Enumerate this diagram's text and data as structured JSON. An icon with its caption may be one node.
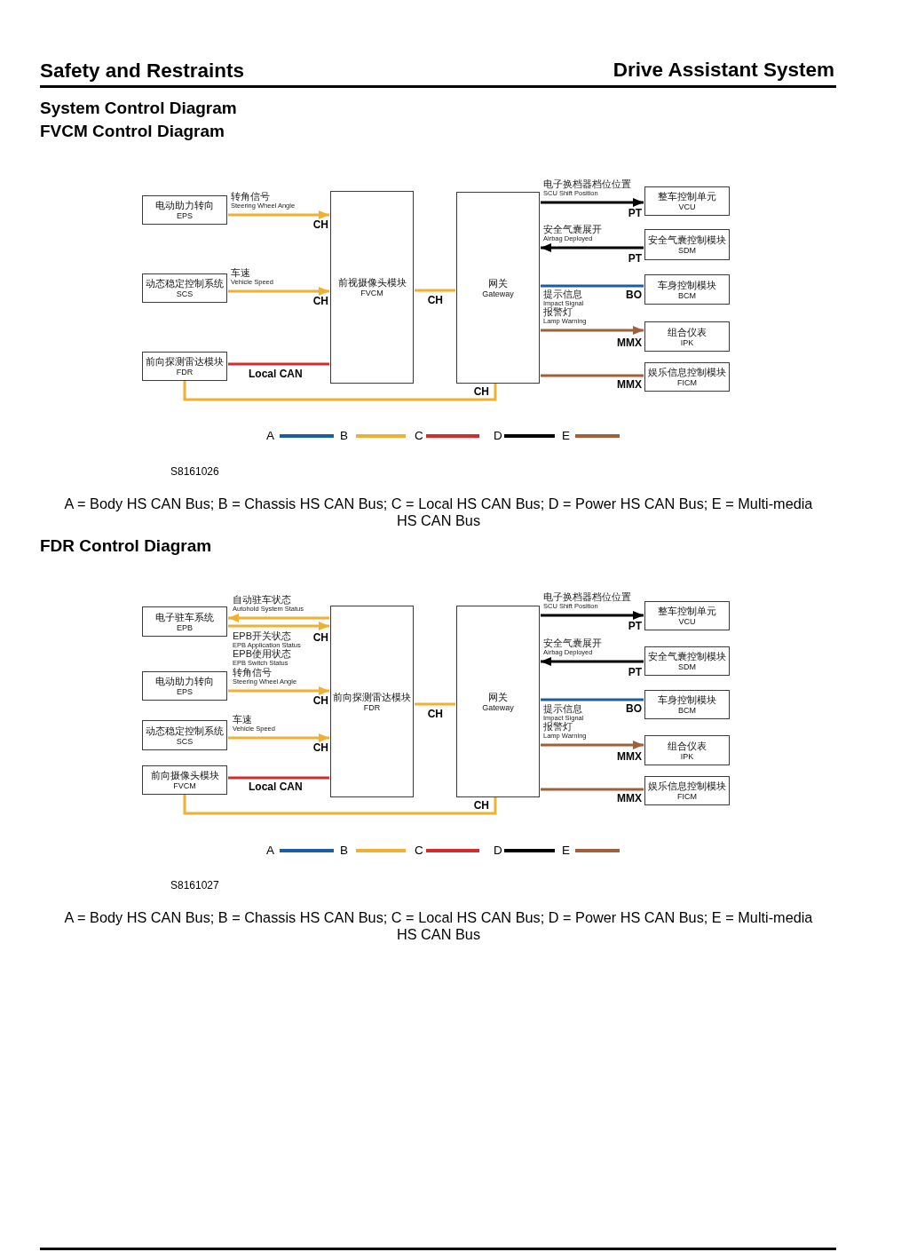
{
  "diagram": {
    "title": "System Control Diagram",
    "nodes": [
      {
        "text": [
          "电动助力转向",
          "EPS"
        ]
      },
      {
        "text": [
          "动态稳定控制系统",
          "SCS"
        ]
      },
      {
        "text": [
          "前向探测雷达模块",
          "FDR"
        ]
      },
      {
        "text": [
          "前视摄像头模块",
          "FVCM"
        ]
      },
      {
        "text": [
          "网关",
          "Gateway"
        ]
      },
      {
        "text": [
          "整车控制单元",
          "VCU"
        ]
      },
      {
        "text": [
          "安全气囊控制模块",
          "SDM"
        ]
      },
      {
        "text": [
          "车身控制模块",
          "BCM"
        ]
      },
      {
        "text": [
          "组合仪表",
          "IPK"
        ]
      },
      {
        "text": [
          "娱乐信息控制模块",
          "FICM"
        ]
      },
      {
        "text": [
          "电子驻车系统",
          "EPB"
        ]
      },
      {
        "text": [
          "电动助力转向",
          "EPS"
        ]
      },
      {
        "text": [
          "动态稳定控制系统",
          "SCS"
        ]
      },
      {
        "text": [
          "前向摄像头模块",
          "FVCM"
        ]
      },
      {
        "text": [
          "前向探测雷达模块",
          "FDR"
        ]
      },
      {
        "text": [
          "网关",
          "Gateway"
        ]
      },
      {
        "text": [
          "整车控制单元",
          "VCU"
        ]
      },
      {
        "text": [
          "安全气囊控制模块",
          "SDM"
        ]
      },
      {
        "text": [
          "车身控制模块",
          "BCM"
        ]
      },
      {
        "text": [
          "组合仪表",
          "IPK"
        ]
      },
      {
        "text": [
          "娱乐信息控制模块",
          "FICM"
        ]
      }
    ],
    "edges": [
      {
        "from": 0,
        "to": 3,
        "arrow": "to",
        "label": "转角信号 Steering Wheel Angle"
      },
      {
        "from": 1,
        "to": 3,
        "arrow": "to",
        "label": "车速 Vehicle Speed"
      },
      {
        "from": 2,
        "to": 3,
        "arrow": "none",
        "color": "#d42b2b"
      },
      {
        "from": 3,
        "to": 4,
        "arrow": "none"
      },
      {
        "from": 2,
        "to": 4,
        "arrow": "none"
      },
      {
        "from": 4,
        "to": 5,
        "arrow": "to",
        "color": "#000000",
        "label": "电子换档器档位位置 SCU Shift Position"
      },
      {
        "from": 6,
        "to": 4,
        "arrow": "to",
        "color": "#000000",
        "label": "安全气囊展开 Airbag Deployed"
      },
      {
        "from": 4,
        "to": 7,
        "arrow": "none",
        "color": "#1a5ea8"
      },
      {
        "from": 4,
        "to": 8,
        "arrow": "to",
        "color": "#a0603a",
        "label": "提示信息 Impact Signal 报警灯 Lamp Warning"
      },
      {
        "from": 4,
        "to": 9,
        "arrow": "none",
        "color": "#a0603a"
      },
      {
        "from": 14,
        "to": 10,
        "arrow": "to",
        "label": "自动驻车状态 Autohold System Status"
      },
      {
        "from": 10,
        "to": 14,
        "arrow": "to",
        "label": "EPB开关状态 EPB Application Status EPB使用状态 EPB Switch Status"
      },
      {
        "from": 11,
        "to": 14,
        "arrow": "to",
        "label": "转角信号 Steering Wheel Angle"
      },
      {
        "from": 12,
        "to": 14,
        "arrow": "to",
        "label": "车速 Vehicle Speed"
      },
      {
        "from": 13,
        "to": 14,
        "arrow": "none",
        "color": "#d42b2b"
      },
      {
        "from": 14,
        "to": 15,
        "arrow": "none"
      },
      {
        "from": 13,
        "to": 15,
        "arrow": "none"
      },
      {
        "from": 15,
        "to": 16,
        "arrow": "to",
        "color": "#000000",
        "label": "电子换档器档位位置 SCU Shift Position"
      },
      {
        "from": 17,
        "to": 15,
        "arrow": "to",
        "color": "#000000",
        "label": "安全气囊展开 Airbag Deployed"
      },
      {
        "from": 15,
        "to": 18,
        "arrow": "none",
        "color": "#1a5ea8"
      },
      {
        "from": 15,
        "to": 19,
        "arrow": "to",
        "color": "#a0603a",
        "label": "提示信息 Impact Signal 报警灯 Lamp Warning"
      },
      {
        "from": 15,
        "to": 20,
        "arrow": "none",
        "color": "#a0603a"
      }
    ],
    "labels": [
      "Safety and Restraints",
      "Drive Assistant System",
      "FVCM Control Diagram",
      "CH",
      "CH",
      "Local CAN",
      "CH",
      "CH",
      "PT",
      "PT",
      "BO",
      "MMX",
      "MMX",
      "S8161026",
      "A = Body HS CAN Bus; B = Chassis HS CAN Bus; C = Local HS CAN Bus; D = Power HS CAN Bus; E = Multi-media HS CAN Bus",
      "FDR Control Diagram",
      "CH",
      "CH",
      "CH",
      "Local CAN",
      "CH",
      "CH",
      "PT",
      "PT",
      "BO",
      "MMX",
      "MMX",
      "S8161027",
      "A = Body HS CAN Bus; B = Chassis HS CAN Bus; C = Local HS CAN Bus; D = Power HS CAN Bus; E = Multi-media HS CAN Bus"
    ],
    "legend": [
      {
        "text": "A",
        "color": "#1a5ea8"
      },
      {
        "text": "B",
        "color": "#f0b030"
      },
      {
        "text": "C",
        "color": "#d42b2b"
      },
      {
        "text": "D",
        "color": "#000000"
      },
      {
        "text": "E",
        "color": "#a0603a"
      },
      {
        "text": "A",
        "color": "#1a5ea8"
      },
      {
        "text": "B",
        "color": "#f0b030"
      },
      {
        "text": "C",
        "color": "#d42b2b"
      },
      {
        "text": "D",
        "color": "#000000"
      },
      {
        "text": "E",
        "color": "#a0603a"
      }
    ]
  }
}
